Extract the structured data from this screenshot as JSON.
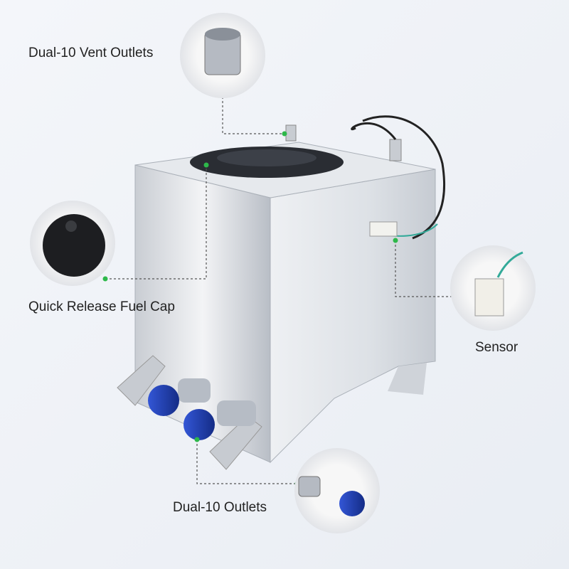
{
  "callouts": {
    "vent_outlets": "Dual-10 Vent Outlets",
    "fuel_cap": "Quick Release Fuel Cap",
    "sensor": "Sensor",
    "outlets": "Dual-10 Outlets"
  },
  "colors": {
    "background": "#f2f4f8",
    "dot": "#2db84a",
    "fitting_blue": "#1c3fb0",
    "aluminum": "#d9dde2"
  }
}
